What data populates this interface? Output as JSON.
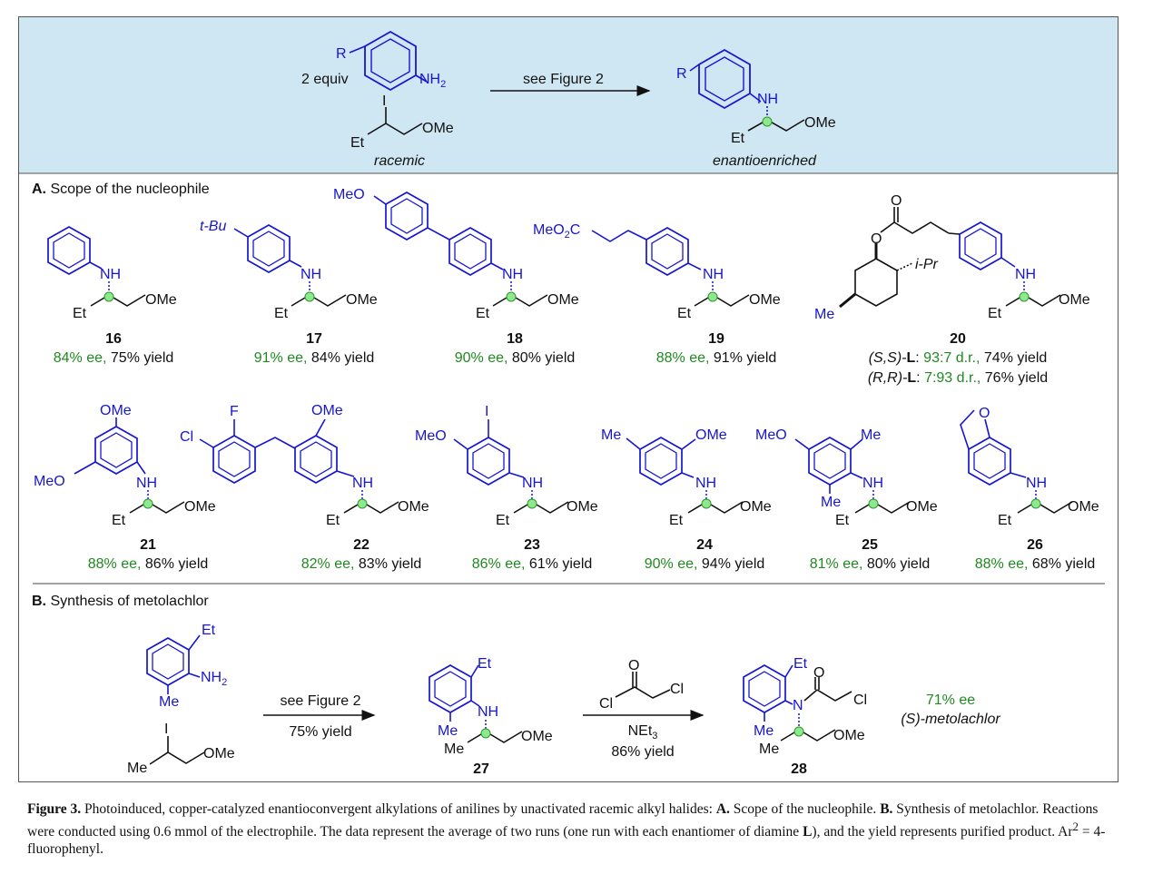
{
  "top_scheme": {
    "reagent_equiv": "2 equiv",
    "substituent": "R",
    "amine_group": "NH2",
    "electrophile_halide": "I",
    "ethyl": "Et",
    "methoxy": "OMe",
    "electrophile_label": "racemic",
    "arrow_label": "see Figure 2",
    "product_nh": "NH",
    "product_label": "enantioenriched"
  },
  "section_a": {
    "letter": "A.",
    "title": "Scope of the nucleophile",
    "compounds": [
      {
        "id": "16",
        "ee": "84% ee,",
        "yield": "75% yield"
      },
      {
        "id": "17",
        "ee": "91% ee,",
        "yield": "84% yield",
        "substituent": "t-Bu"
      },
      {
        "id": "18",
        "ee": "90% ee,",
        "yield": "80% yield",
        "substituent": "MeO"
      },
      {
        "id": "19",
        "ee": "88% ee,",
        "yield": "91% yield",
        "substituent": "MeO2C"
      },
      {
        "id": "20",
        "line1_pre": "(S,S)-",
        "line1_l": "L",
        "line1_dr": "93:7 d.r.,",
        "line1_yield": "74% yield",
        "line2_pre": "(R,R)-",
        "line2_l": "L",
        "line2_dr": "7:93 d.r.,",
        "line2_yield": "76% yield",
        "ipr": "i-Pr",
        "me": "Me",
        "carbonyl_o": "O",
        "ester_o": "O"
      },
      {
        "id": "21",
        "ee": "88% ee,",
        "yield": "86% yield",
        "sub1": "OMe",
        "sub2": "MeO"
      },
      {
        "id": "22",
        "ee": "82% ee,",
        "yield": "83% yield",
        "cl": "Cl",
        "f": "F",
        "ome": "OMe"
      },
      {
        "id": "23",
        "ee": "86% ee,",
        "yield": "61% yield",
        "iodo": "I",
        "meo": "MeO"
      },
      {
        "id": "24",
        "ee": "90% ee,",
        "yield": "94% yield",
        "me": "Me",
        "ome": "OMe"
      },
      {
        "id": "25",
        "ee": "81% ee,",
        "yield": "80% yield",
        "meo": "MeO",
        "me1": "Me",
        "me2": "Me"
      },
      {
        "id": "26",
        "ee": "88% ee,",
        "yield": "68% yield",
        "o": "O"
      }
    ]
  },
  "section_b": {
    "letter": "B.",
    "title": "Synthesis of metolachlor",
    "start_et": "Et",
    "start_nh2": "NH2",
    "start_me": "Me",
    "electrophile_i": "I",
    "electrophile_me": "Me",
    "electrophile_ome": "OMe",
    "arrow1_top": "see Figure 2",
    "arrow1_bottom": "75% yield",
    "int_id": "27",
    "int_et": "Et",
    "int_nh": "NH",
    "int_me1": "Me",
    "int_me2": "Me",
    "int_ome": "OMe",
    "acyl_o": "O",
    "acyl_cl1": "Cl",
    "acyl_cl2": "Cl",
    "arrow2_reagent": "NEt3",
    "arrow2_yield": "86% yield",
    "prod_id": "28",
    "prod_et": "Et",
    "prod_n": "N",
    "prod_o": "O",
    "prod_cl": "Cl",
    "prod_me1": "Me",
    "prod_me2": "Me",
    "prod_ome": "OMe",
    "result_ee": "71% ee",
    "result_name": "(S)-metolachlor"
  },
  "caption": {
    "label": "Figure 3.",
    "text1": " Photoinduced, copper-catalyzed enantioconvergent alkylations of anilines by unactivated racemic alkyl halides: ",
    "a": "A.",
    "text2": " Scope of the nucleophile. ",
    "b": "B.",
    "text3": " Synthesis of metolachlor. Reactions were conducted using 0.6 mmol of the electrophile. The data represent the average of two runs (one run with each enantiomer of diamine ",
    "l": "L",
    "text4": "), and the yield represents purified product. Ar",
    "sup": "2",
    "text5": " = 4-fluorophenyl."
  },
  "colors": {
    "header_bg": "#cfe6f3",
    "blue": "#1616d0",
    "green": "#1f8a1f",
    "stereo_fill": "#8fe88f",
    "text": "#111111"
  }
}
